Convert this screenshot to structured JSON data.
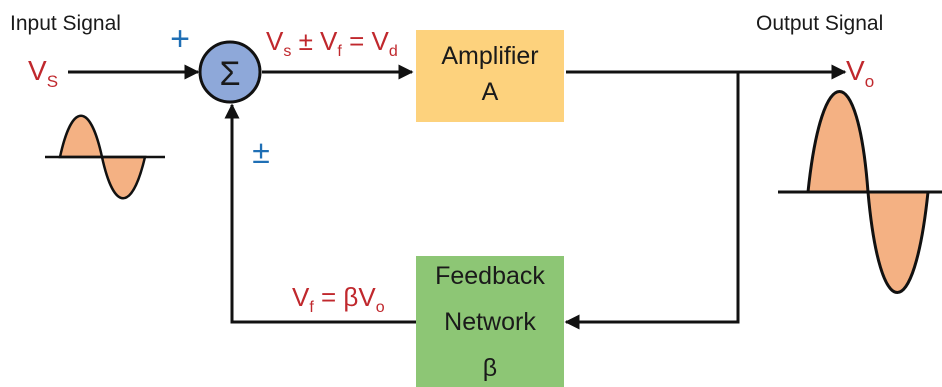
{
  "input": {
    "title": "Input Signal",
    "symbol": "V",
    "symbol_sub": "S"
  },
  "output": {
    "title": "Output Signal",
    "symbol": "V",
    "symbol_sub": "o"
  },
  "summer": {
    "symbol": "Σ",
    "plus_sign": "+",
    "plus_minus_sign": "±"
  },
  "equation_top": {
    "p1": "V",
    "s1": "s",
    "p2": " ± V",
    "s2": "f",
    "p3": " = V",
    "s3": "d"
  },
  "amplifier": {
    "line1": "Amplifier",
    "line2": "A"
  },
  "feedback": {
    "line1": "Feedback",
    "line2": "Network",
    "line3": "β"
  },
  "equation_bottom": {
    "p1": "V",
    "s1": "f",
    "p2": " = βV",
    "s2": "o"
  },
  "colors": {
    "amplifier_fill": "#fdd27d",
    "feedback_fill": "#8dc675",
    "summer_fill": "#8ea8d9",
    "wave_fill": "#f4b183",
    "label_red": "#c0282d",
    "label_blue": "#1f6fb5"
  }
}
